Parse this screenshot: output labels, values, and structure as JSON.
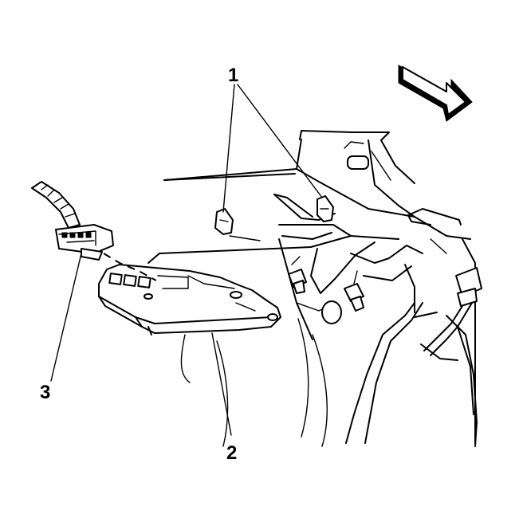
{
  "callouts": [
    {
      "id": "1",
      "label": "1"
    },
    {
      "id": "2",
      "label": "2"
    },
    {
      "id": "3",
      "label": "3"
    }
  ],
  "icons": [
    "forward-direction-arrow-icon"
  ],
  "colors": {
    "line": "#000000",
    "background": "#ffffff"
  }
}
